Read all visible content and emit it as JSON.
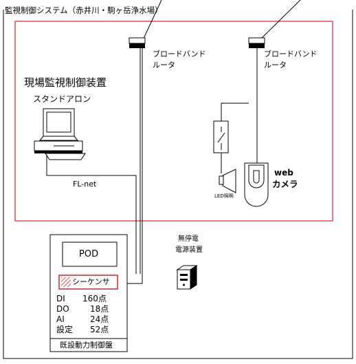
{
  "system_title": "監視制御システム（赤井川・駒ヶ岳浄水場）",
  "routers": [
    {
      "label_line1": "ブロードバンド",
      "label_line2": "ルータ"
    },
    {
      "label_line1": "ブロードバンド",
      "label_line2": "ルータ"
    }
  ],
  "site_panel": {
    "title": "現場監視制御装置",
    "subtitle": "スタンドアロン"
  },
  "network_label": "FL-net",
  "led_label": "LED照明",
  "camera": {
    "line1": "web",
    "line2": "カメラ"
  },
  "ups": {
    "line1": "無停電",
    "line2": "電源装置"
  },
  "control_panel": {
    "pod_label": "POD",
    "sequencer_label": "シーケンサ",
    "io_rows": [
      {
        "name": "DI",
        "value": "160点"
      },
      {
        "name": "DO",
        "value": "18点"
      },
      {
        "name": "AI",
        "value": "24点"
      },
      {
        "name": "設定",
        "value": "52点"
      }
    ],
    "footer_label": "既設動力制御盤"
  },
  "colors": {
    "boundary": "#e0202a",
    "line": "#000000",
    "hatch": "#e0202a"
  }
}
